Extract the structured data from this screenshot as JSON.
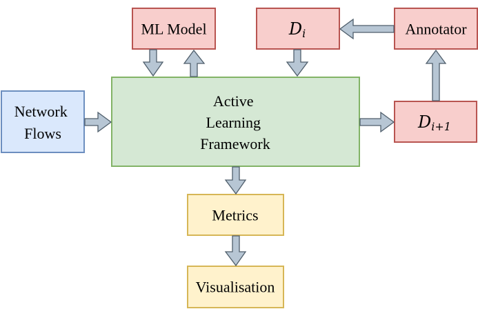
{
  "nodes": {
    "ml_model": {
      "label": "ML Model"
    },
    "d_i": {
      "symbol": "D",
      "subscript": "i"
    },
    "annotator": {
      "label": "Annotator"
    },
    "network_flows": {
      "line1": "Network",
      "line2": "Flows"
    },
    "framework": {
      "line1": "Active",
      "line2": "Learning",
      "line3": "Framework"
    },
    "d_i_plus_1": {
      "symbol": "D",
      "subscript": "i+1"
    },
    "metrics": {
      "label": "Metrics"
    },
    "visualisation": {
      "label": "Visualisation"
    }
  },
  "colors": {
    "red_fill": "#f8cecc",
    "red_stroke": "#b85450",
    "green_fill": "#d5e8d4",
    "green_stroke": "#82b366",
    "blue_fill": "#dae8fc",
    "blue_stroke": "#6c8ebf",
    "yellow_fill": "#fff2cc",
    "yellow_stroke": "#d6b656",
    "arrow_fill": "#b7c6d4",
    "arrow_stroke": "#4f5e6b"
  }
}
